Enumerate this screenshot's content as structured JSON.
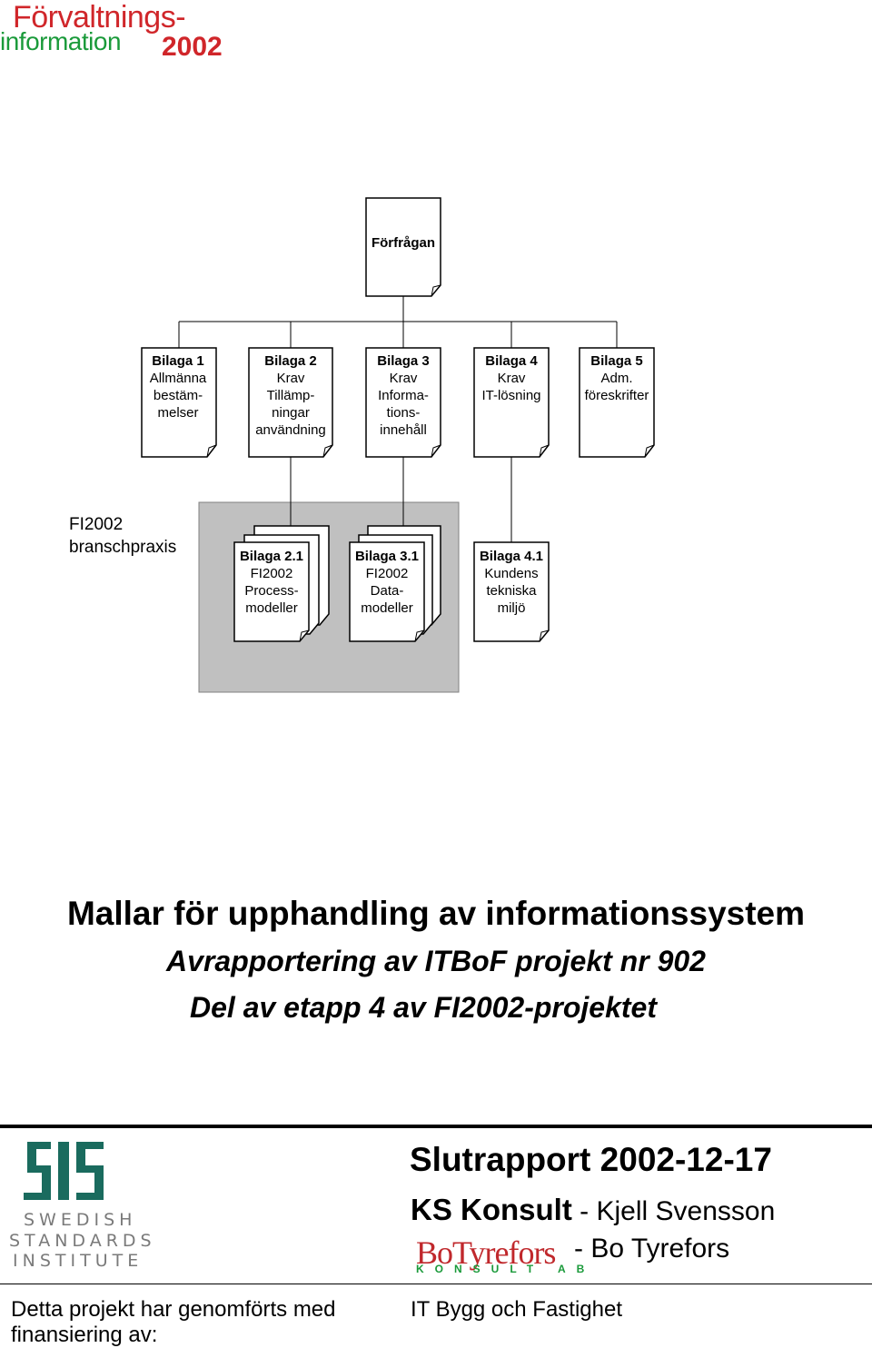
{
  "logo": {
    "line1": "Förvaltnings-",
    "line2": "information",
    "year": "2002"
  },
  "diagram": {
    "root": "Förfrågan",
    "bilagor": [
      {
        "title": "Bilaga 1",
        "lines": [
          "Allmänna",
          "bestäm-",
          "melser"
        ]
      },
      {
        "title": "Bilaga 2",
        "lines": [
          "Krav",
          "Tillämp-",
          "ningar",
          "användning"
        ]
      },
      {
        "title": "Bilaga 3",
        "lines": [
          "Krav",
          "Informa-",
          "tions-",
          "innehåll"
        ]
      },
      {
        "title": "Bilaga 4",
        "lines": [
          "Krav",
          "IT-lösning"
        ]
      },
      {
        "title": "Bilaga 5",
        "lines": [
          "Adm.",
          "föreskrifter"
        ]
      }
    ],
    "branschpraxis": [
      "FI2002",
      "branschpraxis"
    ],
    "sub": [
      {
        "title": "Bilaga 2.1",
        "lines": [
          "FI2002",
          "Process-",
          "modeller"
        ]
      },
      {
        "title": "Bilaga 3.1",
        "lines": [
          "FI2002",
          "Data-",
          "modeller"
        ]
      },
      {
        "title": "Bilaga 4.1",
        "lines": [
          "Kundens",
          "tekniska",
          "miljö"
        ]
      }
    ],
    "colors": {
      "shade": "#c0c0c0"
    }
  },
  "titles": {
    "main": "Mallar för upphandling av informationssystem",
    "sub1": "Avrapportering av ITBoF projekt nr 902",
    "sub2": "Del av etapp 4 av FI2002-projektet"
  },
  "footer": {
    "slutrapport": "Slutrapport 2002-12-17",
    "ks_company": "KS Konsult",
    "ks_person": "- Kjell Svensson",
    "bt_logo": "BoTyrefors",
    "bt_konsult": "KONSULT AB",
    "bt_person": "- Bo Tyrefors",
    "sis_words": [
      "SWEDISH",
      "STANDARDS",
      "INSTITUTE"
    ],
    "funding": "Detta projekt har genomförts med finansiering av:",
    "funder": "IT Bygg och Fastighet"
  }
}
